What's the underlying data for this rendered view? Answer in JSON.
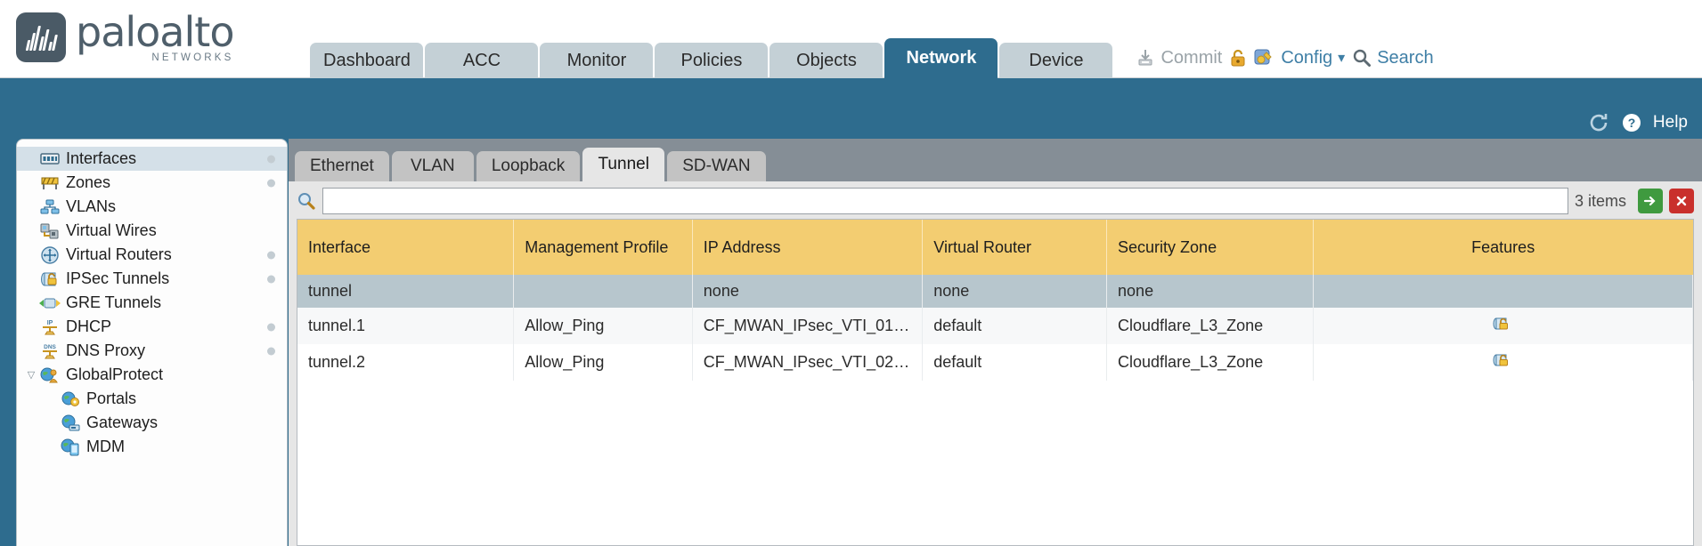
{
  "brand": {
    "name": "paloalto",
    "tagline": "NETWORKS",
    "logo_icon": "paloalto-logo-icon"
  },
  "nav": {
    "tabs": [
      {
        "label": "Dashboard",
        "active": false
      },
      {
        "label": "ACC",
        "active": false
      },
      {
        "label": "Monitor",
        "active": false
      },
      {
        "label": "Policies",
        "active": false
      },
      {
        "label": "Objects",
        "active": false
      },
      {
        "label": "Network",
        "active": true
      },
      {
        "label": "Device",
        "active": false
      }
    ]
  },
  "header_actions": {
    "commit": {
      "label": "Commit",
      "icon": "commit-icon"
    },
    "lock": {
      "icon": "padlock-icon"
    },
    "config": {
      "label": "Config",
      "icon": "config-wrench-icon",
      "caret": "▾"
    },
    "search": {
      "label": "Search",
      "icon": "search-icon"
    }
  },
  "band": {
    "refresh_icon": "refresh-icon",
    "help_icon": "help-icon",
    "help_label": "Help"
  },
  "sidebar": {
    "items": [
      {
        "label": "Interfaces",
        "icon": "interfaces-icon",
        "selected": true,
        "dot": true,
        "child": false,
        "twisty": ""
      },
      {
        "label": "Zones",
        "icon": "zones-icon",
        "selected": false,
        "dot": true,
        "child": false,
        "twisty": ""
      },
      {
        "label": "VLANs",
        "icon": "vlans-icon",
        "selected": false,
        "dot": false,
        "child": false,
        "twisty": ""
      },
      {
        "label": "Virtual Wires",
        "icon": "virtual-wires-icon",
        "selected": false,
        "dot": false,
        "child": false,
        "twisty": ""
      },
      {
        "label": "Virtual Routers",
        "icon": "virtual-routers-icon",
        "selected": false,
        "dot": true,
        "child": false,
        "twisty": ""
      },
      {
        "label": "IPSec Tunnels",
        "icon": "ipsec-tunnels-icon",
        "selected": false,
        "dot": true,
        "child": false,
        "twisty": ""
      },
      {
        "label": "GRE Tunnels",
        "icon": "gre-tunnels-icon",
        "selected": false,
        "dot": false,
        "child": false,
        "twisty": ""
      },
      {
        "label": "DHCP",
        "icon": "dhcp-icon",
        "selected": false,
        "dot": true,
        "child": false,
        "twisty": ""
      },
      {
        "label": "DNS Proxy",
        "icon": "dns-proxy-icon",
        "selected": false,
        "dot": true,
        "child": false,
        "twisty": ""
      },
      {
        "label": "GlobalProtect",
        "icon": "globalprotect-icon",
        "selected": false,
        "dot": false,
        "child": false,
        "twisty": "▽"
      },
      {
        "label": "Portals",
        "icon": "portals-icon",
        "selected": false,
        "dot": false,
        "child": true,
        "twisty": ""
      },
      {
        "label": "Gateways",
        "icon": "gateways-icon",
        "selected": false,
        "dot": false,
        "child": true,
        "twisty": ""
      },
      {
        "label": "MDM",
        "icon": "mdm-icon",
        "selected": false,
        "dot": false,
        "child": true,
        "twisty": ""
      }
    ]
  },
  "subtabs": [
    {
      "label": "Ethernet",
      "active": false
    },
    {
      "label": "VLAN",
      "active": false
    },
    {
      "label": "Loopback",
      "active": false
    },
    {
      "label": "Tunnel",
      "active": true
    },
    {
      "label": "SD-WAN",
      "active": false
    }
  ],
  "toolbar": {
    "search_icon": "search-magnifier-icon",
    "search_value": "",
    "search_placeholder": "",
    "items_count": "3 items",
    "apply_filter_icon": "arrow-right-icon",
    "clear_filter_icon": "close-x-icon"
  },
  "table": {
    "columns": [
      "Interface",
      "Management Profile",
      "IP Address",
      "Virtual Router",
      "Security Zone",
      "Features"
    ],
    "rows": [
      {
        "state": "selected",
        "interface": "tunnel",
        "management_profile": "",
        "ip_address": "none",
        "virtual_router": "none",
        "security_zone": "none",
        "features": ""
      },
      {
        "state": "odd",
        "interface": "tunnel.1",
        "management_profile": "Allow_Ping",
        "ip_address": "CF_MWAN_IPsec_VTI_01_...",
        "virtual_router": "default",
        "security_zone": "Cloudflare_L3_Zone",
        "features": "padlock-icon"
      },
      {
        "state": "even",
        "interface": "tunnel.2",
        "management_profile": "Allow_Ping",
        "ip_address": "CF_MWAN_IPsec_VTI_02_...",
        "virtual_router": "default",
        "security_zone": "Cloudflare_L3_Zone",
        "features": "padlock-icon"
      }
    ]
  },
  "colors": {
    "brand_blue": "#2e6c8e",
    "tab_inactive": "#c4d0d6",
    "header_yellow": "#f3cd71",
    "link_blue": "#3f7fa6",
    "panel_gray": "#e6e6e6",
    "row_selected": "#b7c6cd",
    "apply_green": "#3f9a3f",
    "clear_red": "#c9302c"
  }
}
